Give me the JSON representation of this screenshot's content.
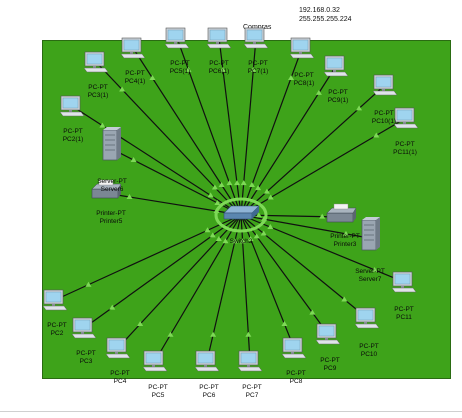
{
  "network_info": {
    "address": "192.168.0.32",
    "mask": "255.255.255.224"
  },
  "area_label": "Compras",
  "switch": {
    "type": "",
    "name": "Switch2"
  },
  "devices": [
    {
      "kind": "pc",
      "type": "PC-PT",
      "name": "PC4(1)"
    },
    {
      "kind": "pc",
      "type": "PC-PT",
      "name": "PC5(1)"
    },
    {
      "kind": "pc",
      "type": "PC-PT",
      "name": "PC6(1)"
    },
    {
      "kind": "pc",
      "type": "PC-PT",
      "name": "PC7(1)"
    },
    {
      "kind": "pc",
      "type": "PC-PT",
      "name": "PC8(1)"
    },
    {
      "kind": "pc",
      "type": "PC-PT",
      "name": "PC3(1)"
    },
    {
      "kind": "pc",
      "type": "PC-PT",
      "name": "PC9(1)"
    },
    {
      "kind": "pc",
      "type": "PC-PT",
      "name": "PC10(1)"
    },
    {
      "kind": "pc",
      "type": "PC-PT",
      "name": "PC2(1)"
    },
    {
      "kind": "pc",
      "type": "PC-PT",
      "name": "PC11(1)"
    },
    {
      "kind": "server",
      "type": "Server-PT",
      "name": "Server6"
    },
    {
      "kind": "printer",
      "type": "Printer-PT",
      "name": "Printer5"
    },
    {
      "kind": "printer",
      "type": "Printer-PT",
      "name": "Printer3"
    },
    {
      "kind": "server",
      "type": "Server-PT",
      "name": "Server7"
    },
    {
      "kind": "pc",
      "type": "PC-PT",
      "name": "PC11"
    },
    {
      "kind": "pc",
      "type": "PC-PT",
      "name": "PC2"
    },
    {
      "kind": "pc",
      "type": "PC-PT",
      "name": "PC10"
    },
    {
      "kind": "pc",
      "type": "PC-PT",
      "name": "PC3"
    },
    {
      "kind": "pc",
      "type": "PC-PT",
      "name": "PC9"
    },
    {
      "kind": "pc",
      "type": "PC-PT",
      "name": "PC4"
    },
    {
      "kind": "pc",
      "type": "PC-PT",
      "name": "PC8"
    },
    {
      "kind": "pc",
      "type": "PC-PT",
      "name": "PC5"
    },
    {
      "kind": "pc",
      "type": "PC-PT",
      "name": "PC6"
    },
    {
      "kind": "pc",
      "type": "PC-PT",
      "name": "PC7"
    }
  ],
  "colors": {
    "background": "#3ea31a",
    "link": "#101010",
    "link_status": "#7ed957",
    "pc_screen": "#9fd4ef",
    "device_body": "#c9d1d8"
  }
}
